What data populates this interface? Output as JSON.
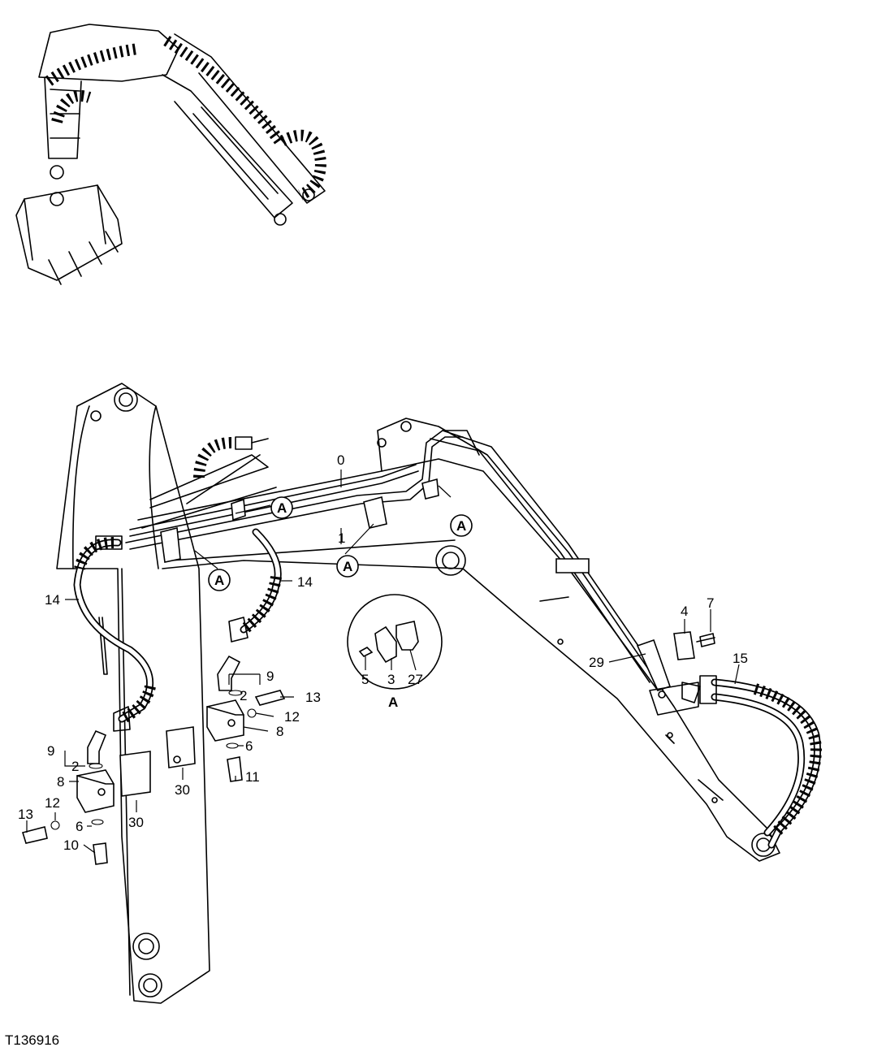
{
  "figure": {
    "id": "T136916"
  },
  "callouts": [
    {
      "text": "0"
    },
    {
      "text": "1"
    },
    {
      "text": "A"
    },
    {
      "text": "A"
    },
    {
      "text": "A"
    },
    {
      "text": "A"
    },
    {
      "text": "14"
    },
    {
      "text": "14"
    },
    {
      "text": "9"
    },
    {
      "text": "2"
    },
    {
      "text": "13"
    },
    {
      "text": "12"
    },
    {
      "text": "8"
    },
    {
      "text": "6"
    },
    {
      "text": "11"
    },
    {
      "text": "9"
    },
    {
      "text": "2"
    },
    {
      "text": "8"
    },
    {
      "text": "12"
    },
    {
      "text": "13"
    },
    {
      "text": "6"
    },
    {
      "text": "10"
    },
    {
      "text": "30"
    },
    {
      "text": "30"
    },
    {
      "text": "5"
    },
    {
      "text": "3"
    },
    {
      "text": "27"
    },
    {
      "text": "A"
    },
    {
      "text": "4"
    },
    {
      "text": "7"
    },
    {
      "text": "29"
    },
    {
      "text": "15"
    }
  ]
}
